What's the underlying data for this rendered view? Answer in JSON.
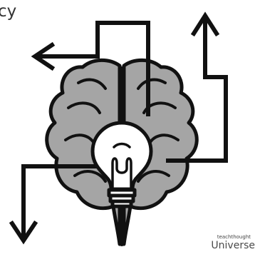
{
  "fragment_text": "cy",
  "colors": {
    "background": "#ffffff",
    "brain_fill": "#a5a5a5",
    "outline": "#111111",
    "bulb_fill": "#ffffff"
  },
  "icons": {
    "main": "brain-lightbulb-icon",
    "arrows": [
      "left-arrow-icon",
      "up-arrow-icon",
      "down-arrow-icon"
    ]
  },
  "watermark": {
    "small": "teachthought",
    "large": "Universe"
  }
}
